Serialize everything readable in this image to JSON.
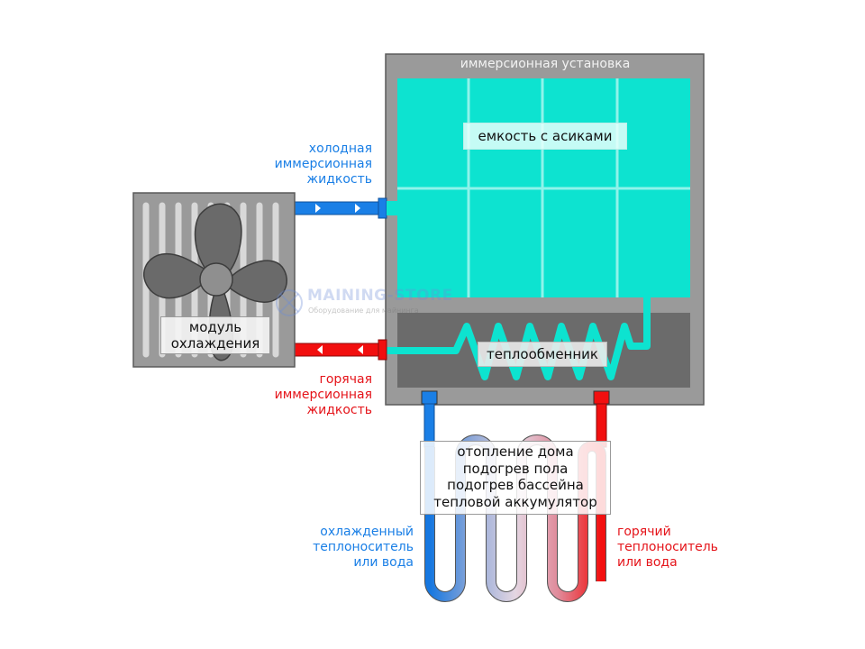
{
  "diagram": {
    "title": "Иммерсионная система охлаждения с рекуперацией тепла",
    "immersion_unit": {
      "label": "иммерсионная установка",
      "tank_label": "емкость с асиками",
      "heat_exchanger_label": "теплообменник"
    },
    "cooling_module": {
      "label_line1": "модуль",
      "label_line2": "охлаждения"
    },
    "cold_fluid": {
      "line1": "холодная",
      "line2": "иммерсионная",
      "line3": "жидкость",
      "color": "#1a7fe6"
    },
    "hot_fluid": {
      "line1": "горячая",
      "line2": "иммерсионная",
      "line3": "жидкость",
      "color": "#e5141a"
    },
    "consumers": {
      "lines": [
        "отопление дома",
        "подогрев пола",
        "подогрев бассейна",
        "тепловой аккумулятор"
      ]
    },
    "cooled_carrier": {
      "line1": "охлажденный",
      "line2": "теплоноситель",
      "line3": "или вода"
    },
    "hot_carrier": {
      "line1": "горячий",
      "line2": "теплоноситель",
      "line3": "или вода"
    },
    "colors": {
      "coolant": "#0de3d0",
      "cold": "#1a7fe6",
      "hot": "#f20f0f",
      "frame": "#999999",
      "dark": "#6b6b6b"
    }
  },
  "watermark": {
    "brand": "MAINING-STORE",
    "tagline": "Оборудование для майнинга"
  }
}
